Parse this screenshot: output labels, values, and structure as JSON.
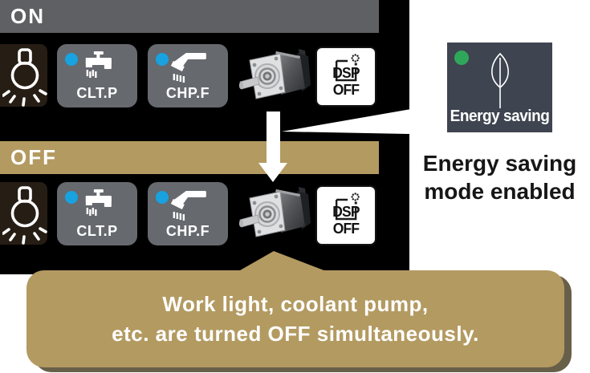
{
  "state_rows": [
    {
      "label": "ON"
    },
    {
      "label": "OFF"
    }
  ],
  "keys": {
    "coolant_pump_label": "CLT.P",
    "chip_flush_label": "CHP.F",
    "display_off_label": "DSP OFF"
  },
  "energy_callout": {
    "key_label": "Energy saving",
    "caption_line1": "Energy saving",
    "caption_line2": "mode enabled"
  },
  "bottom_callout": {
    "line1": "Work light, coolant pump,",
    "line2": "etc. are turned OFF simultaneously."
  },
  "icons": {
    "work_light": "light-bulb-icon",
    "coolant_pump": "faucet-icon",
    "chip_flush": "shower-nozzle-icon",
    "display_off": "screen-sparkle-icon",
    "energy_saving": "leaf-icon",
    "flow": "down-arrow-icon"
  },
  "colors": {
    "accent_tan": "#b39a61",
    "bar_gray": "#5e6064",
    "key_gray": "#66696e",
    "lamp_key_brown": "#261d14",
    "indicator_blue": "#18a2e0",
    "indicator_green": "#2fa75a",
    "energy_key_slate": "#3e4450",
    "panel_black": "#000000"
  }
}
